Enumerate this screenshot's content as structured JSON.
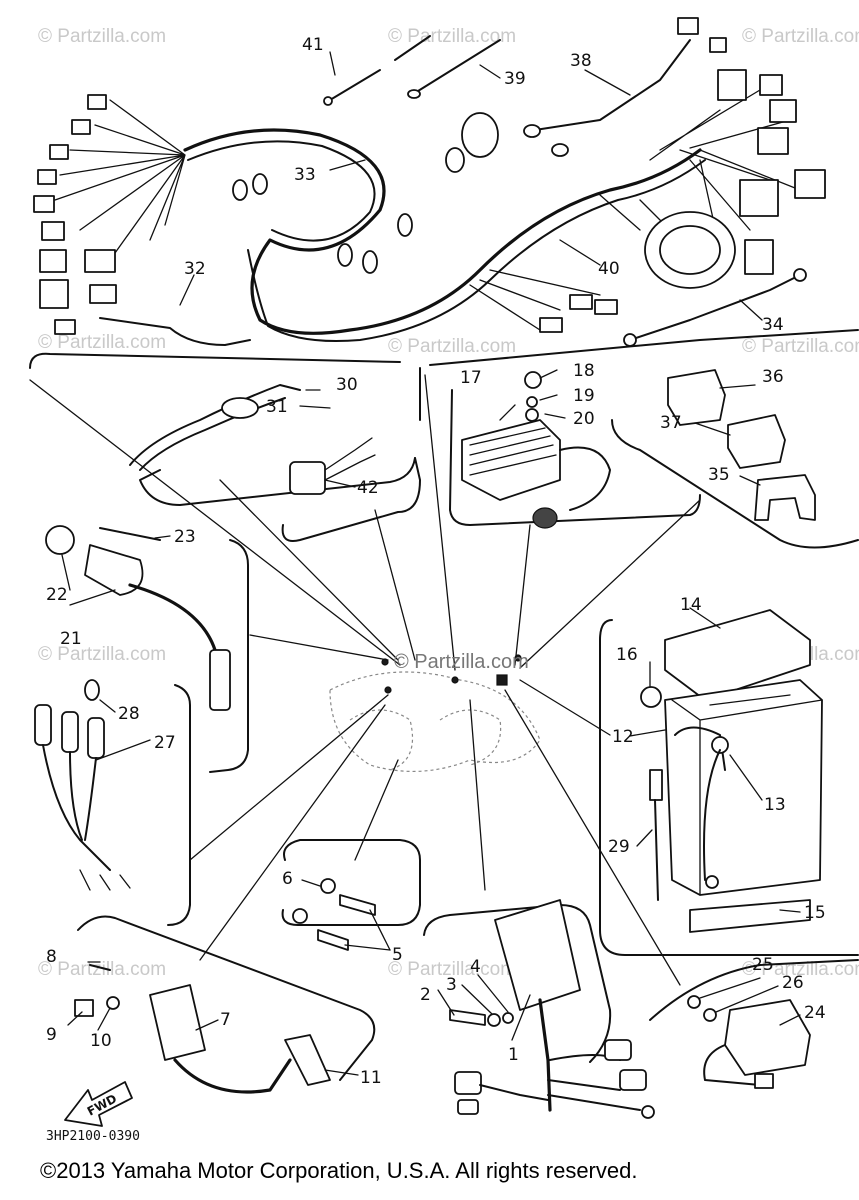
{
  "watermark": "© Partzilla.com",
  "drawing_code": "3HP2100-0390",
  "direction_label": "FWD",
  "copyright": "©2013  Yamaha Motor Corporation, U.S.A. All rights reserved.",
  "callouts": {
    "c1": "1",
    "c2": "2",
    "c3": "3",
    "c4": "4",
    "c5": "5",
    "c6": "6",
    "c7": "7",
    "c8": "8",
    "c9": "9",
    "c10": "10",
    "c11": "11",
    "c12": "12",
    "c13": "13",
    "c14": "14",
    "c15": "15",
    "c16": "16",
    "c17": "17",
    "c18": "18",
    "c19": "19",
    "c20": "20",
    "c21": "21",
    "c22": "22",
    "c23": "23",
    "c24": "24",
    "c25": "25",
    "c26": "26",
    "c27": "27",
    "c28": "28",
    "c29": "29",
    "c30": "30",
    "c31": "31",
    "c32": "32",
    "c33": "33",
    "c34": "34",
    "c35": "35",
    "c36": "36",
    "c37": "37",
    "c38": "38",
    "c39": "39",
    "c40": "40",
    "c41": "41",
    "c42": "42"
  }
}
